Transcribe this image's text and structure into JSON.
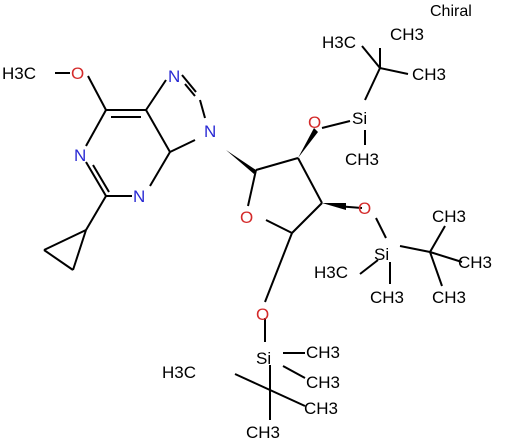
{
  "annotation": "Chiral",
  "colors": {
    "nitrogen": "#2a2ad4",
    "oxygen": "#d42a2a",
    "carbon": "#000000",
    "background": "#ffffff"
  },
  "atoms": {
    "methyl_h3c": "H3C",
    "o_methoxy": "O",
    "n_ring1": "N",
    "n_ring3": "N",
    "n_7": "N",
    "n_9": "N",
    "o_furanose": "O",
    "o_2prime": "O",
    "o_3prime": "O",
    "o_5prime": "O",
    "si_a": "Si",
    "si_b": "Si",
    "si_c": "Si",
    "tbs_a": {
      "ch3_1": "H3C",
      "ch3_2": "CH3",
      "ch3_3": "CH3",
      "ch3_si_1": "CH3"
    },
    "tbs_b": {
      "ch3_1": "CH3",
      "ch3_2": "CH3",
      "ch3_3": "CH3",
      "ch3_si_1": "H3C",
      "ch3_si_2": "CH3"
    },
    "tbs_c": {
      "ch3_1": "H3C",
      "ch3_2": "CH3",
      "ch3_3": "CH3",
      "ch3_si_1": "CH3",
      "ch3_si_2": "CH3"
    }
  }
}
